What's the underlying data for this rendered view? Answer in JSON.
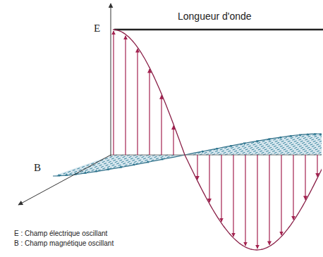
{
  "diagram": {
    "labels": [
      "Longueur d'onde",
      "E",
      "B",
      "E : Champ électrique oscillant",
      "B : Champ magnétique oscillant"
    ]
  }
}
